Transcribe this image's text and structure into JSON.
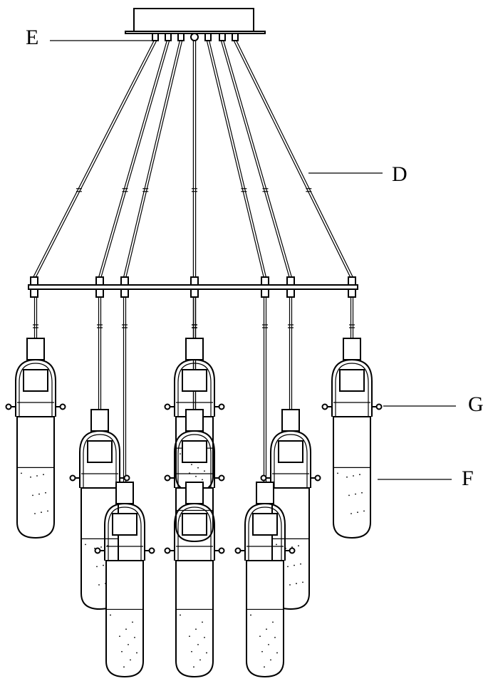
{
  "diagram": {
    "callouts": [
      {
        "id": "E",
        "text": "E"
      },
      {
        "id": "D",
        "text": "D"
      },
      {
        "id": "G",
        "text": "G"
      },
      {
        "id": "F",
        "text": "F"
      }
    ],
    "pendant_count": 9,
    "line_color": "#000000",
    "background": "#ffffff"
  }
}
